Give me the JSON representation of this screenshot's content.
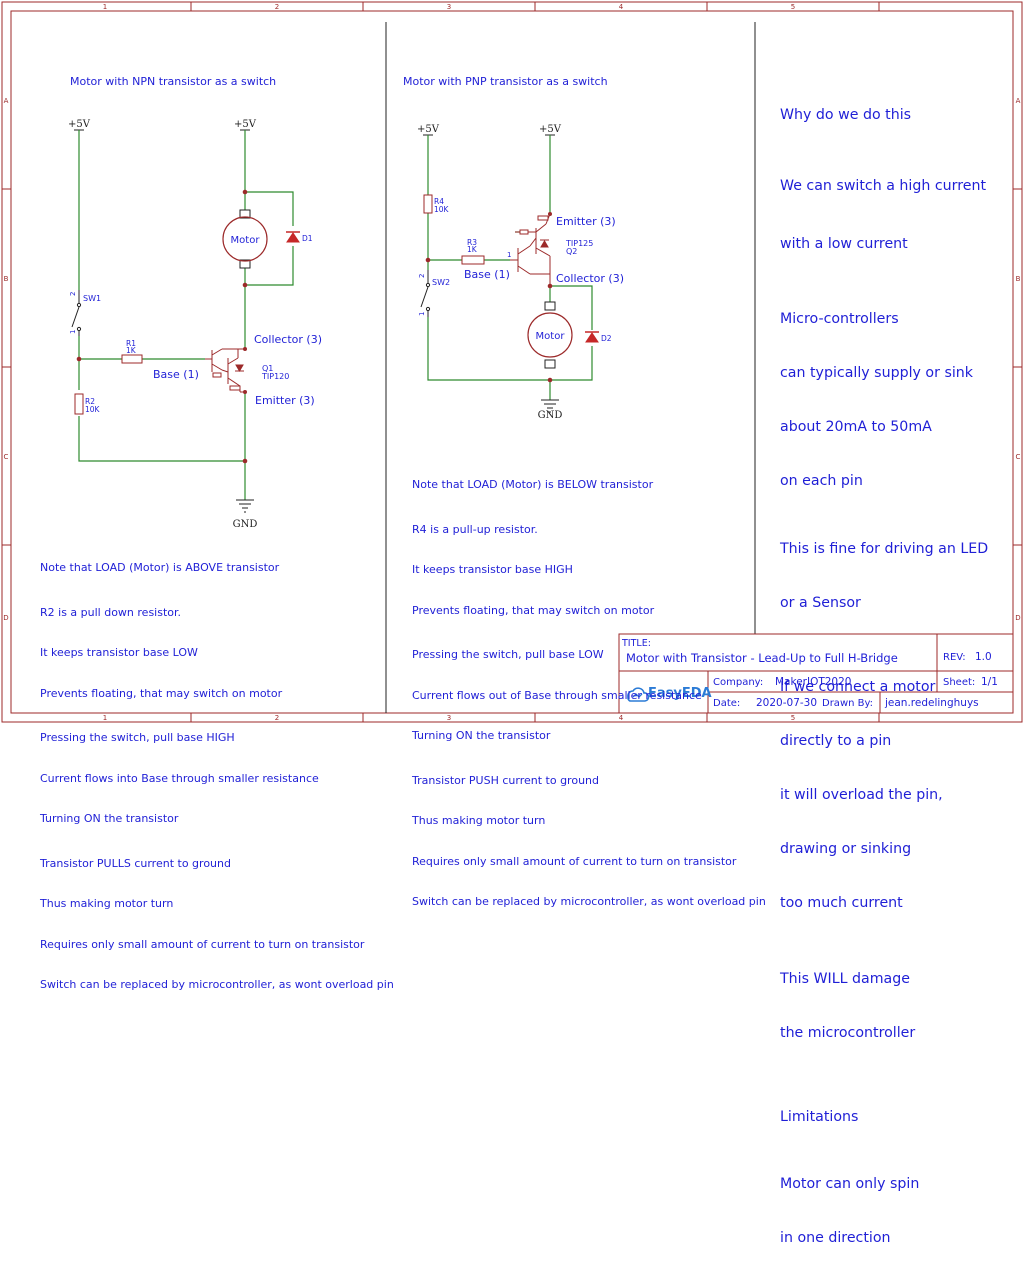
{
  "frame": {
    "col_labels": [
      "1",
      "2",
      "3",
      "4",
      "5"
    ],
    "row_labels": [
      "A",
      "B",
      "C",
      "D"
    ]
  },
  "npn": {
    "title": "Motor with NPN transistor as a switch",
    "vcc_left": "+5V",
    "vcc_motor": "+5V",
    "sw_label": "SW1",
    "sw_pin_top": "2",
    "sw_pin_bottom": "1",
    "r1_name": "R1",
    "r1_value": "1K",
    "r2_name": "R2",
    "r2_value": "10K",
    "motor_label": "Motor",
    "diode_label": "D1",
    "q_name": "Q1",
    "q_part": "TIP120",
    "collector": "Collector (3)",
    "base": "Base (1)",
    "emitter": "Emitter (3)",
    "gnd": "GND",
    "notes": [
      "Note that LOAD (Motor) is ABOVE transistor",
      "R2 is a pull down resistor.",
      "It keeps transistor base LOW",
      "Prevents floating, that may switch on motor",
      "Pressing the switch, pull base HIGH",
      "Current flows into Base through smaller resistance",
      "Turning ON the transistor",
      "Transistor PULLS current to ground",
      "Thus making motor turn",
      "Requires only small amount of current to turn on transistor",
      "Switch can be replaced by microcontroller, as wont overload pin"
    ]
  },
  "pnp": {
    "title": "Motor with PNP transistor as a switch",
    "vcc_left": "+5V",
    "vcc_right": "+5V",
    "r4_name": "R4",
    "r4_value": "10K",
    "r3_name": "R3",
    "r3_value": "1K",
    "r3_pin": "1",
    "sw_label": "SW2",
    "sw_pin_top": "2",
    "sw_pin_bottom": "1",
    "q_name": "Q2",
    "q_part": "TIP125",
    "emitter": "Emitter (3)",
    "base": "Base (1)",
    "collector": "Collector (3)",
    "motor_label": "Motor",
    "diode_label": "D2",
    "gnd": "GND",
    "notes": [
      "Note that LOAD (Motor) is BELOW transistor",
      "R4 is a pull-up resistor.",
      "It keeps transistor base HIGH",
      "Prevents floating, that may switch on motor",
      "Pressing the switch, pull base LOW",
      "Current flows out of Base through smaller resistance",
      "Turning ON the transistor",
      "Transistor PUSH current to ground",
      "Thus making motor turn",
      "Requires only small amount of current to turn on transistor",
      "Switch can be replaced by microcontroller, as wont overload pin"
    ]
  },
  "explanation": {
    "lines": [
      "Why do we do this",
      "We can switch a high current",
      "with a low current",
      "Micro-controllers",
      "can typically supply or sink",
      "about 20mA to 50mA",
      "on each pin",
      "This is fine for driving an LED",
      "or a Sensor",
      "If we connect a motor",
      "directly to a pin",
      "it will overload the pin,",
      "drawing or sinking",
      "too much current",
      "This WILL damage",
      "the microcontroller",
      "Limitations",
      "Motor can only spin",
      "in one direction"
    ]
  },
  "title_block": {
    "title_label": "TITLE:",
    "title": "Motor with Transistor - Lead-Up to Full H-Bridge",
    "rev_label": "REV:",
    "rev": "1.0",
    "company_label": "Company:",
    "company": "MakerIOT2020",
    "sheet_label": "Sheet:",
    "sheet": "1/1",
    "date_label": "Date:",
    "date": "2020-07-30",
    "drawn_label": "Drawn By:",
    "drawn_by": "jean.redelinghuys",
    "logo_text": "EasyEDA"
  }
}
